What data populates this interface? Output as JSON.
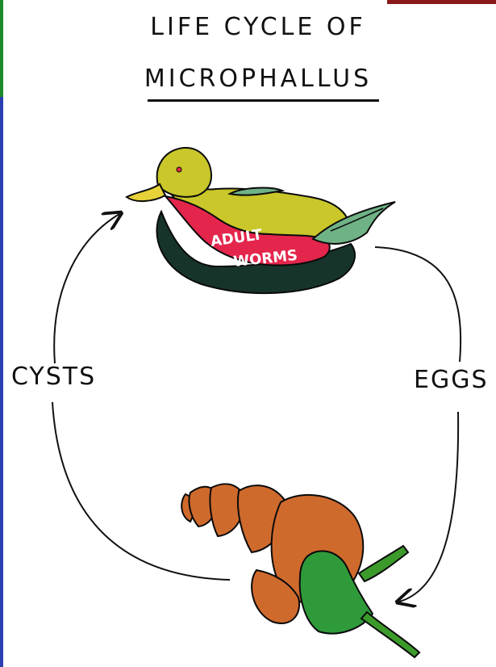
{
  "title": {
    "line1": "LIFE CYCLE OF",
    "line2": "MICROPHALLUS"
  },
  "host_labels": {
    "duck_body_text_line1": "ADULT",
    "duck_body_text_line2": "WORMS"
  },
  "cycle_labels": {
    "left": "CYSTS",
    "right": "EGGS"
  },
  "colors": {
    "duck_yellow": "#c9c72a",
    "duck_bill": "#e7d23a",
    "worms_red": "#e4254c",
    "duck_wing": "#6fb286",
    "nest_dark": "#17342b",
    "snail_shell": "#cf6a2d",
    "snail_body": "#2f9a3a",
    "stalk_green": "#3c9a2a"
  }
}
